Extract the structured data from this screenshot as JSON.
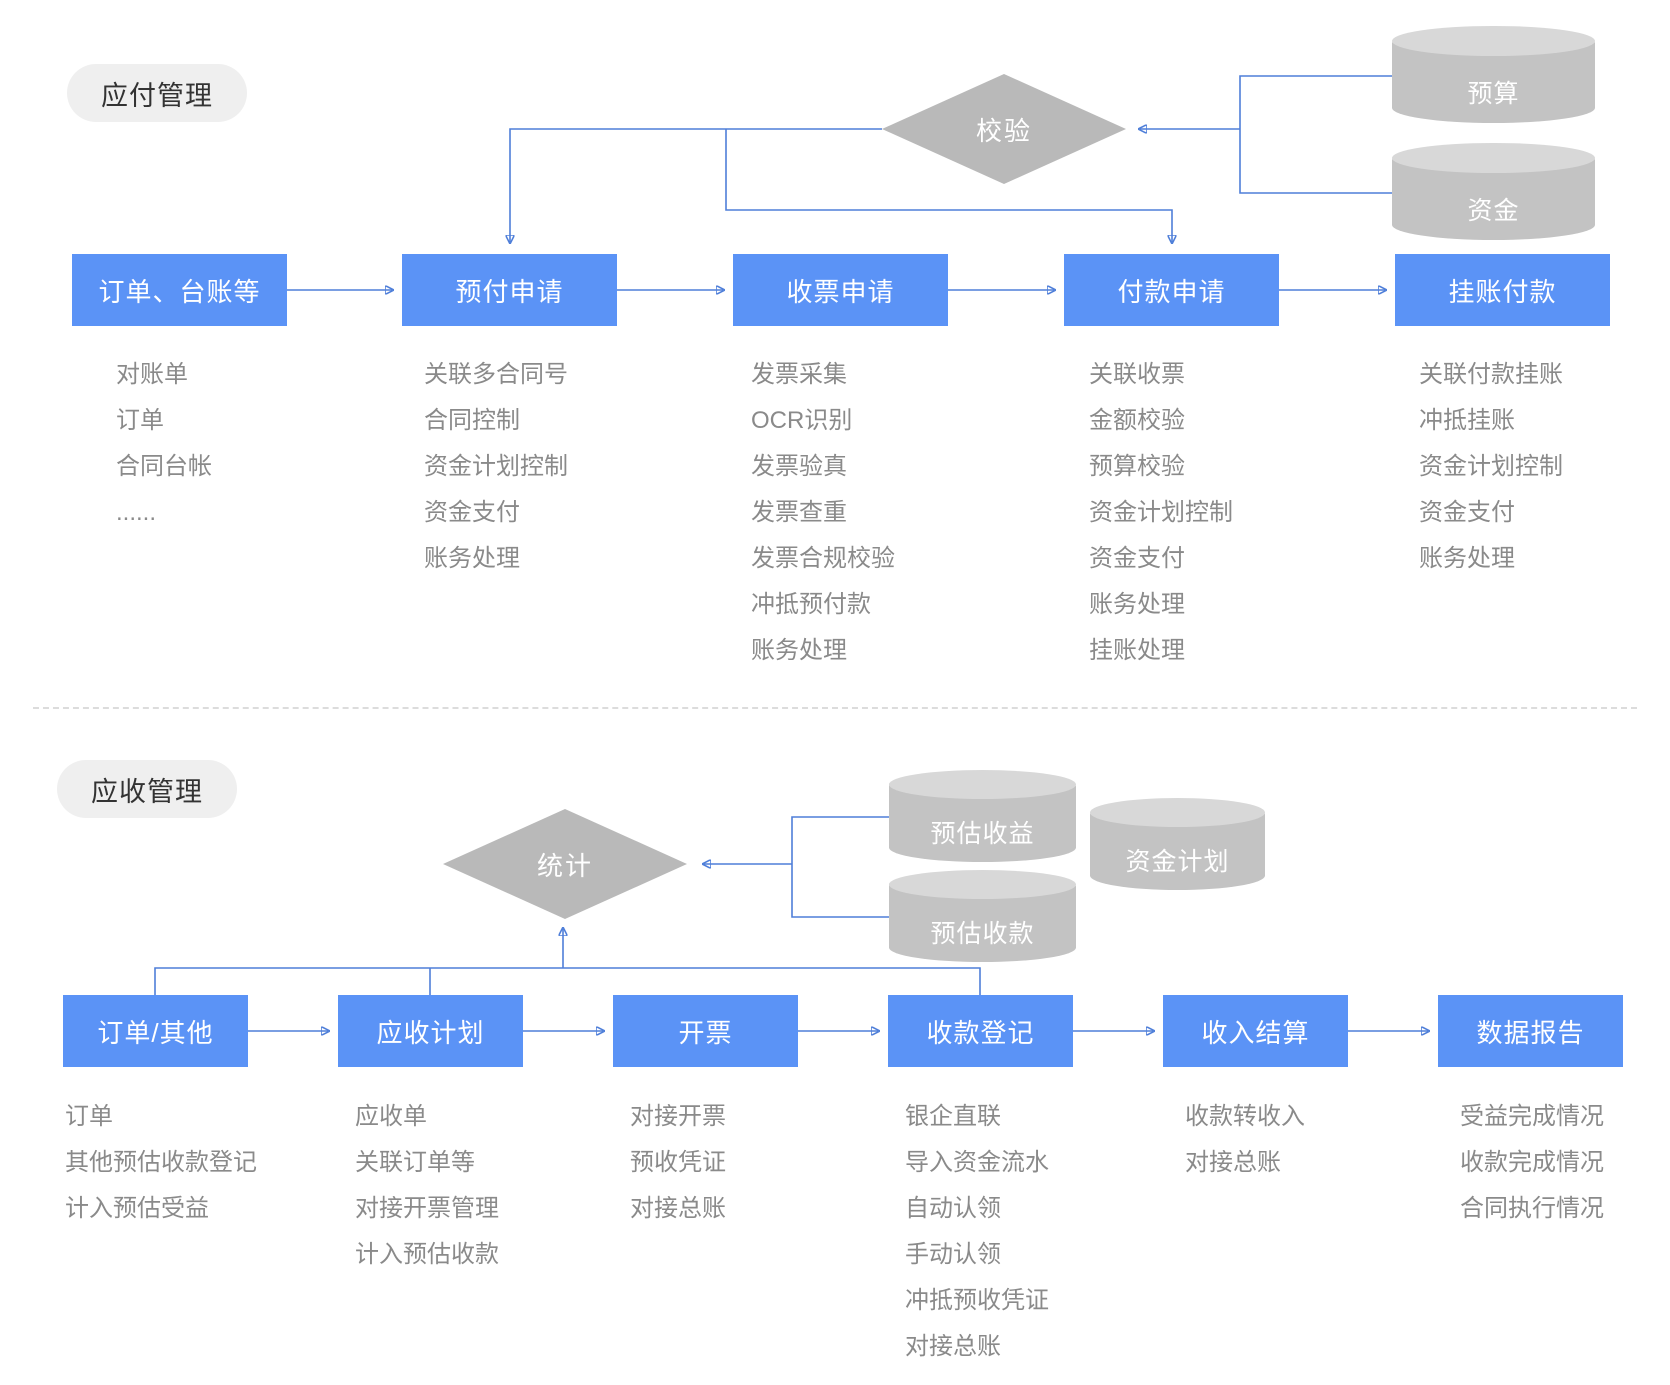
{
  "colors": {
    "node_blue": "#5b93f6",
    "line_blue": "#4f7fd9",
    "arrow_blue": "#3a6bd8",
    "shape_gray": "#b9b9b9",
    "cylinder_gray": "#c3c3c3",
    "cylinder_top_gray": "#d8d8d8",
    "pill_bg": "#efefef",
    "pill_text": "#333333",
    "list_text": "#8a8a8a",
    "divider": "#dcdcdc"
  },
  "sections": [
    {
      "tag": "应付管理",
      "diamond": "校验",
      "databases": [
        "预算",
        "资金"
      ],
      "flow": [
        {
          "label": "订单、台账等",
          "items": [
            "对账单",
            "订单",
            "合同台帐",
            "......"
          ]
        },
        {
          "label": "预付申请",
          "items": [
            "关联多合同号",
            "合同控制",
            "资金计划控制",
            "资金支付",
            "账务处理"
          ]
        },
        {
          "label": "收票申请",
          "items": [
            "发票采集",
            "OCR识别",
            "发票验真",
            "发票查重",
            "发票合规校验",
            "冲抵预付款",
            "账务处理"
          ]
        },
        {
          "label": "付款申请",
          "items": [
            "关联收票",
            "金额校验",
            "预算校验",
            "资金计划控制",
            "资金支付",
            "账务处理",
            "挂账处理"
          ]
        },
        {
          "label": "挂账付款",
          "items": [
            "关联付款挂账",
            "冲抵挂账",
            "资金计划控制",
            "资金支付",
            "账务处理"
          ]
        }
      ]
    },
    {
      "tag": "应收管理",
      "diamond": "统计",
      "databases": [
        "预估收益",
        "预估收款",
        "资金计划"
      ],
      "flow": [
        {
          "label": "订单/其他",
          "items": [
            "订单",
            "其他预估收款登记",
            "计入预估受益"
          ]
        },
        {
          "label": "应收计划",
          "items": [
            "应收单",
            "关联订单等",
            "对接开票管理",
            "计入预估收款"
          ]
        },
        {
          "label": "开票",
          "items": [
            "对接开票",
            "预收凭证",
            "对接总账"
          ]
        },
        {
          "label": "收款登记",
          "items": [
            "银企直联",
            "导入资金流水",
            "自动认领",
            "手动认领",
            "冲抵预收凭证",
            "对接总账"
          ]
        },
        {
          "label": "收入结算",
          "items": [
            "收款转收入",
            "对接总账"
          ]
        },
        {
          "label": "数据报告",
          "items": [
            "受益完成情况",
            "收款完成情况",
            "合同执行情况"
          ]
        }
      ]
    }
  ]
}
